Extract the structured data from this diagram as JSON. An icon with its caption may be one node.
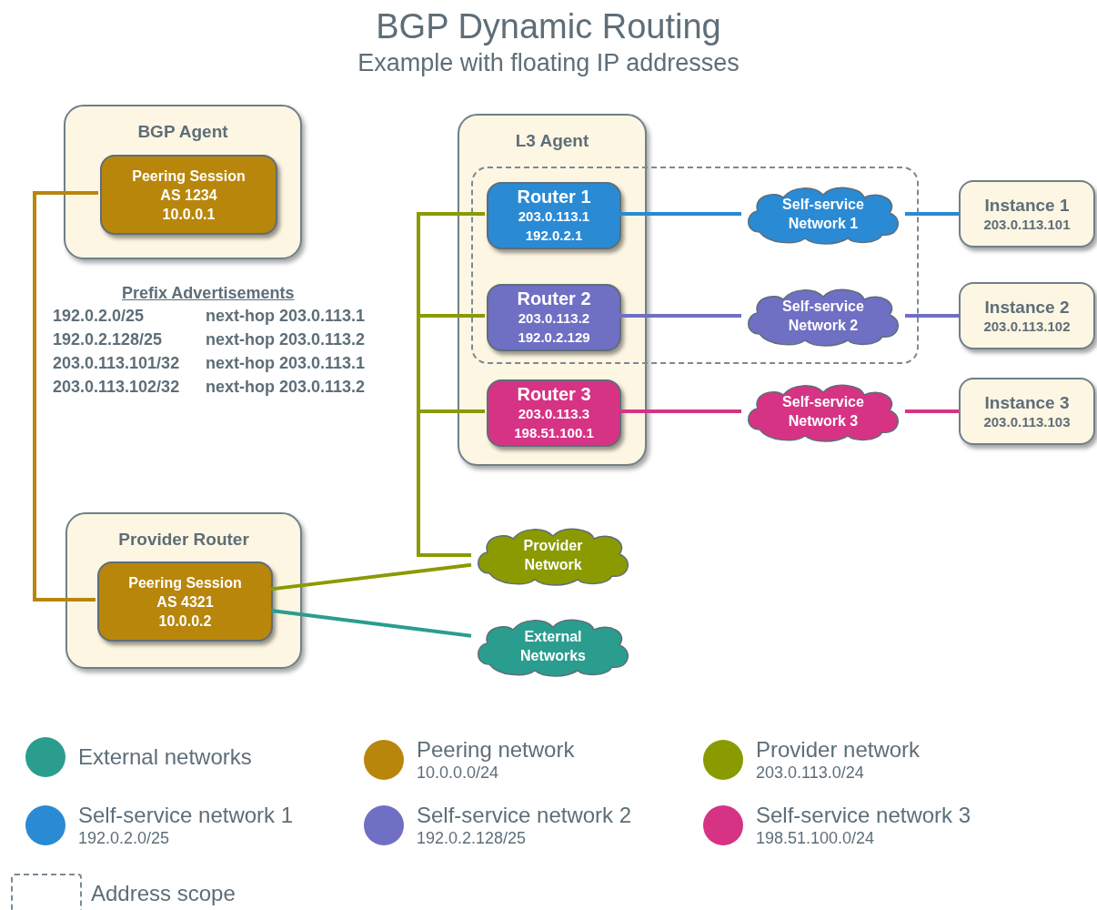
{
  "diagram": {
    "title": "BGP Dynamic Routing",
    "caption": "Example with floating IP addresses",
    "nodes": [
      {
        "text": [
          "BGP Agent"
        ]
      },
      {
        "text": [
          "Peering Session",
          "AS 1234",
          "10.0.0.1"
        ],
        "in": 0
      },
      {
        "text": [
          "L3 Agent"
        ]
      },
      {
        "text": [
          "Router 1",
          "203.0.113.1",
          "192.0.2.1"
        ],
        "in": 2
      },
      {
        "text": [
          "Router 2",
          "203.0.113.2",
          "192.0.2.129"
        ],
        "in": 2
      },
      {
        "text": [
          "Router 3",
          "203.0.113.3",
          "198.51.100.1"
        ],
        "in": 2
      },
      {
        "text": [
          "Self-service Network 1"
        ]
      },
      {
        "text": [
          "Self-service Network 2"
        ]
      },
      {
        "text": [
          "Self-service Network 3"
        ]
      },
      {
        "text": [
          "Instance 1",
          "203.0.113.101"
        ]
      },
      {
        "text": [
          "Instance 2",
          "203.0.113.102"
        ]
      },
      {
        "text": [
          "Instance 3",
          "203.0.113.103"
        ]
      },
      {
        "text": [
          "Provider Router"
        ]
      },
      {
        "text": [
          "Peering Session",
          "AS 4321",
          "10.0.0.2"
        ],
        "in": 12
      },
      {
        "text": [
          "Provider Network"
        ]
      },
      {
        "text": [
          "External Networks"
        ]
      }
    ],
    "edges": [
      {
        "from": 1,
        "to": 13,
        "arrow": "none",
        "color": "#b8860b"
      },
      {
        "from": 3,
        "to": 14,
        "arrow": "none",
        "color": "#8a9a00"
      },
      {
        "from": 4,
        "to": 14,
        "arrow": "none",
        "color": "#8a9a00"
      },
      {
        "from": 5,
        "to": 14,
        "arrow": "none",
        "color": "#8a9a00"
      },
      {
        "from": 13,
        "to": 14,
        "arrow": "none",
        "color": "#8a9a00"
      },
      {
        "from": 13,
        "to": 15,
        "arrow": "none",
        "color": "#2a9d8f"
      },
      {
        "from": 3,
        "to": 6,
        "arrow": "none",
        "color": "#2a8ad4"
      },
      {
        "from": 6,
        "to": 9,
        "arrow": "none",
        "color": "#2a8ad4"
      },
      {
        "from": 4,
        "to": 7,
        "arrow": "none",
        "color": "#6f6fc4"
      },
      {
        "from": 7,
        "to": 10,
        "arrow": "none",
        "color": "#6f6fc4"
      },
      {
        "from": 5,
        "to": 8,
        "arrow": "none",
        "color": "#d63384"
      },
      {
        "from": 8,
        "to": 11,
        "arrow": "none",
        "color": "#d63384"
      }
    ],
    "labels": [
      "Prefix Advertisements",
      "192.0.2.0/25",
      "next-hop 203.0.113.1",
      "192.0.2.128/25",
      "next-hop 203.0.113.2",
      "203.0.113.101/32",
      "next-hop 203.0.113.1",
      "203.0.113.102/32",
      "next-hop 203.0.113.2",
      "10.0.0.0/24",
      "203.0.113.0/24",
      "192.0.2.0/25",
      "192.0.2.128/25",
      "198.51.100.0/24"
    ],
    "legend": [
      {
        "text": "External networks",
        "color": "#2a9d8f"
      },
      {
        "text": "Peering network",
        "color": "#b8860b"
      },
      {
        "text": "Provider network",
        "color": "#8a9a00"
      },
      {
        "text": "Self-service network 1",
        "color": "#2a8ad4"
      },
      {
        "text": "Self-service network 2",
        "color": "#6f6fc4"
      },
      {
        "text": "Self-service network 3",
        "color": "#d63384"
      },
      {
        "text": "Address scope"
      }
    ]
  }
}
